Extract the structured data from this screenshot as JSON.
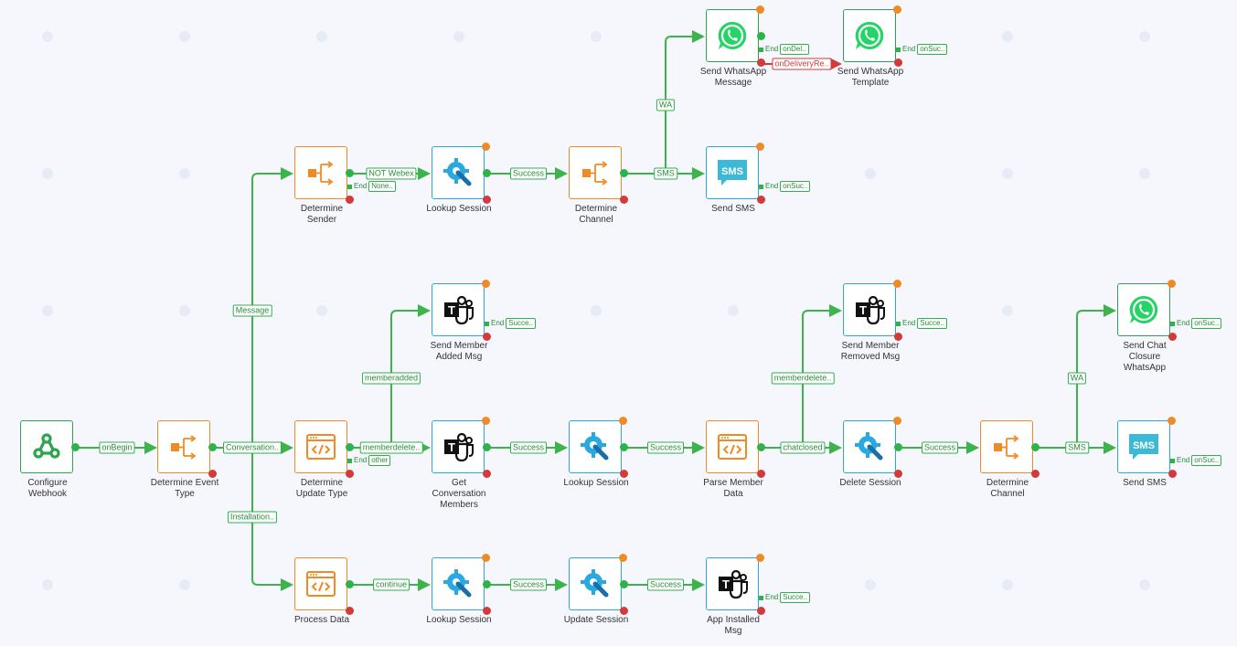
{
  "colors": {
    "wire": "#3cb44b",
    "error": "#d33a3a",
    "warn": "#f08a24",
    "node_orange": "#f08a24",
    "node_blue": "#29a9e0",
    "node_green": "#2ea44f",
    "sms": "#3bb9d6",
    "whatsapp": "#25d366"
  },
  "nodes": {
    "configure_webhook": {
      "label": "Configure\nWebhook",
      "icon": "webhook-icon"
    },
    "determine_event_type": {
      "label": "Determine Event\nType",
      "icon": "branch-icon"
    },
    "determine_sender": {
      "label": "Determine\nSender",
      "icon": "branch-icon"
    },
    "lookup_session_1": {
      "label": "Lookup Session",
      "icon": "gear-wrench-icon"
    },
    "determine_channel_1": {
      "label": "Determine\nChannel",
      "icon": "branch-icon"
    },
    "send_whatsapp_message": {
      "label": "Send WhatsApp\nMessage",
      "icon": "whatsapp-icon"
    },
    "send_whatsapp_template": {
      "label": "Send WhatsApp\nTemplate",
      "icon": "whatsapp-icon"
    },
    "send_sms_1": {
      "label": "Send SMS",
      "icon": "sms-icon",
      "icon_text": "SMS"
    },
    "send_member_added": {
      "label": "Send Member\nAdded Msg",
      "icon": "teams-icon"
    },
    "determine_update_type": {
      "label": "Determine\nUpdate Type",
      "icon": "code-icon"
    },
    "get_conversation_members": {
      "label": "Get\nConversation\nMembers",
      "icon": "teams-icon"
    },
    "lookup_session_2": {
      "label": "Lookup Session",
      "icon": "gear-wrench-icon"
    },
    "parse_member_data": {
      "label": "Parse Member\nData",
      "icon": "code-icon"
    },
    "send_member_removed": {
      "label": "Send Member\nRemoved Msg",
      "icon": "teams-icon"
    },
    "delete_session": {
      "label": "Delete Session",
      "icon": "gear-wrench-icon"
    },
    "determine_channel_2": {
      "label": "Determine\nChannel",
      "icon": "branch-icon"
    },
    "send_chat_closure_whatsapp": {
      "label": "Send Chat\nClosure\nWhatsApp",
      "icon": "whatsapp-icon"
    },
    "send_sms_2": {
      "label": "Send SMS",
      "icon": "sms-icon",
      "icon_text": "SMS"
    },
    "process_data": {
      "label": "Process Data",
      "icon": "code-icon"
    },
    "lookup_session_3": {
      "label": "Lookup Session",
      "icon": "gear-wrench-icon"
    },
    "update_session": {
      "label": "Update Session",
      "icon": "gear-wrench-icon"
    },
    "app_installed_msg": {
      "label": "App Installed\nMsg",
      "icon": "teams-icon"
    }
  },
  "edge_labels": {
    "onbegin": "onBegin",
    "message": "Message",
    "conversation": "Conversation..",
    "installation": "Installation..",
    "not_webex": "NOT Webex",
    "success": "Success",
    "wa": "WA",
    "sms": "SMS",
    "on_delivery": "onDeliveryRe..",
    "memberadded": "memberadded",
    "memberdelete_1": "memberdelete..",
    "memberdelete_2": "memberdelete..",
    "chatclosed": "chatclosed",
    "continue": "continue"
  },
  "end_labels": {
    "end": "End",
    "none": "None..",
    "other": "other",
    "on_del": "onDel..",
    "on_suc": "onSuc..",
    "succe": "Succe.."
  }
}
